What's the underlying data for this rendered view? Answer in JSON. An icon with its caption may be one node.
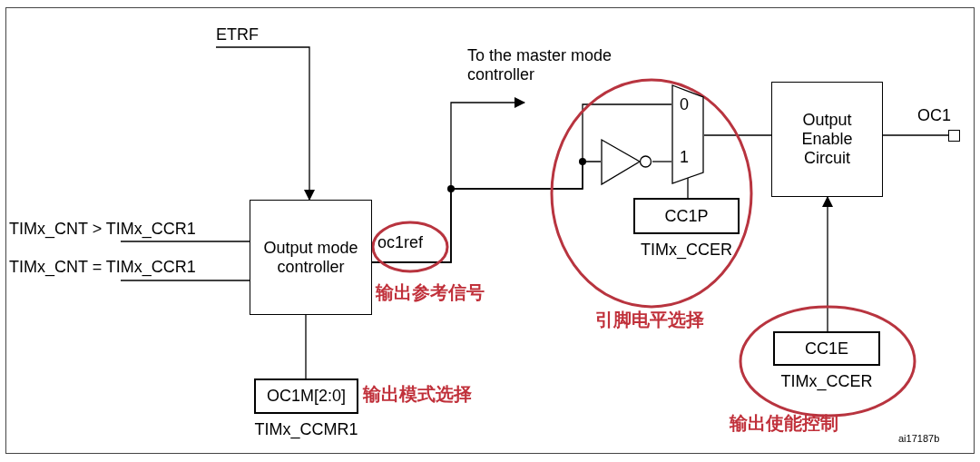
{
  "diagram": {
    "nodes": [
      {
        "text": [
          "ETRF"
        ]
      },
      {
        "text": [
          "TIMx_CNT > TIMx_CCR1"
        ]
      },
      {
        "text": [
          "TIMx_CNT = TIMx_CCR1"
        ]
      },
      {
        "text": [
          "Output mode controller"
        ]
      },
      {
        "text": [
          "OC1M[2:0]"
        ],
        "beside": [
          "TIMx_CCMR1"
        ]
      },
      {
        "text": [
          "To the master mode controller"
        ]
      },
      {
        "text": [],
        "shape": "triangle"
      },
      {
        "text": [
          "0",
          "1"
        ]
      },
      {
        "text": [
          "CC1P"
        ],
        "beside": [
          "TIMx_CCER"
        ]
      },
      {
        "text": [
          "Output Enable Circuit"
        ]
      },
      {
        "text": [],
        "shape": "box",
        "beside": [
          "OC1"
        ]
      },
      {
        "text": [
          "CC1E"
        ],
        "beside": [
          "TIMx_CCER"
        ]
      }
    ],
    "edges": [
      {
        "from": 0,
        "to": 3,
        "arrow": "to"
      },
      {
        "from": 1,
        "to": 3,
        "arrow": "none"
      },
      {
        "from": 2,
        "to": 3,
        "arrow": "none"
      },
      {
        "from": 3,
        "to": 5,
        "arrow": "to"
      },
      {
        "from": 3,
        "to": 7,
        "arrow": "none"
      },
      {
        "from": 3,
        "to": 6,
        "arrow": "none"
      },
      {
        "from": 6,
        "to": 7,
        "arrow": "none"
      },
      {
        "from": 4,
        "to": 3,
        "arrow": "none"
      },
      {
        "from": 8,
        "to": 7,
        "arrow": "none"
      },
      {
        "from": 7,
        "to": 9,
        "arrow": "none"
      },
      {
        "from": 9,
        "to": 10,
        "arrow": "none"
      },
      {
        "from": 11,
        "to": 9,
        "arrow": "to"
      }
    ],
    "labels": [
      "oc1ref",
      "输出参考信号",
      "输出模式选择",
      "引脚电平选择",
      "输出使能控制",
      "ai17187b"
    ]
  }
}
